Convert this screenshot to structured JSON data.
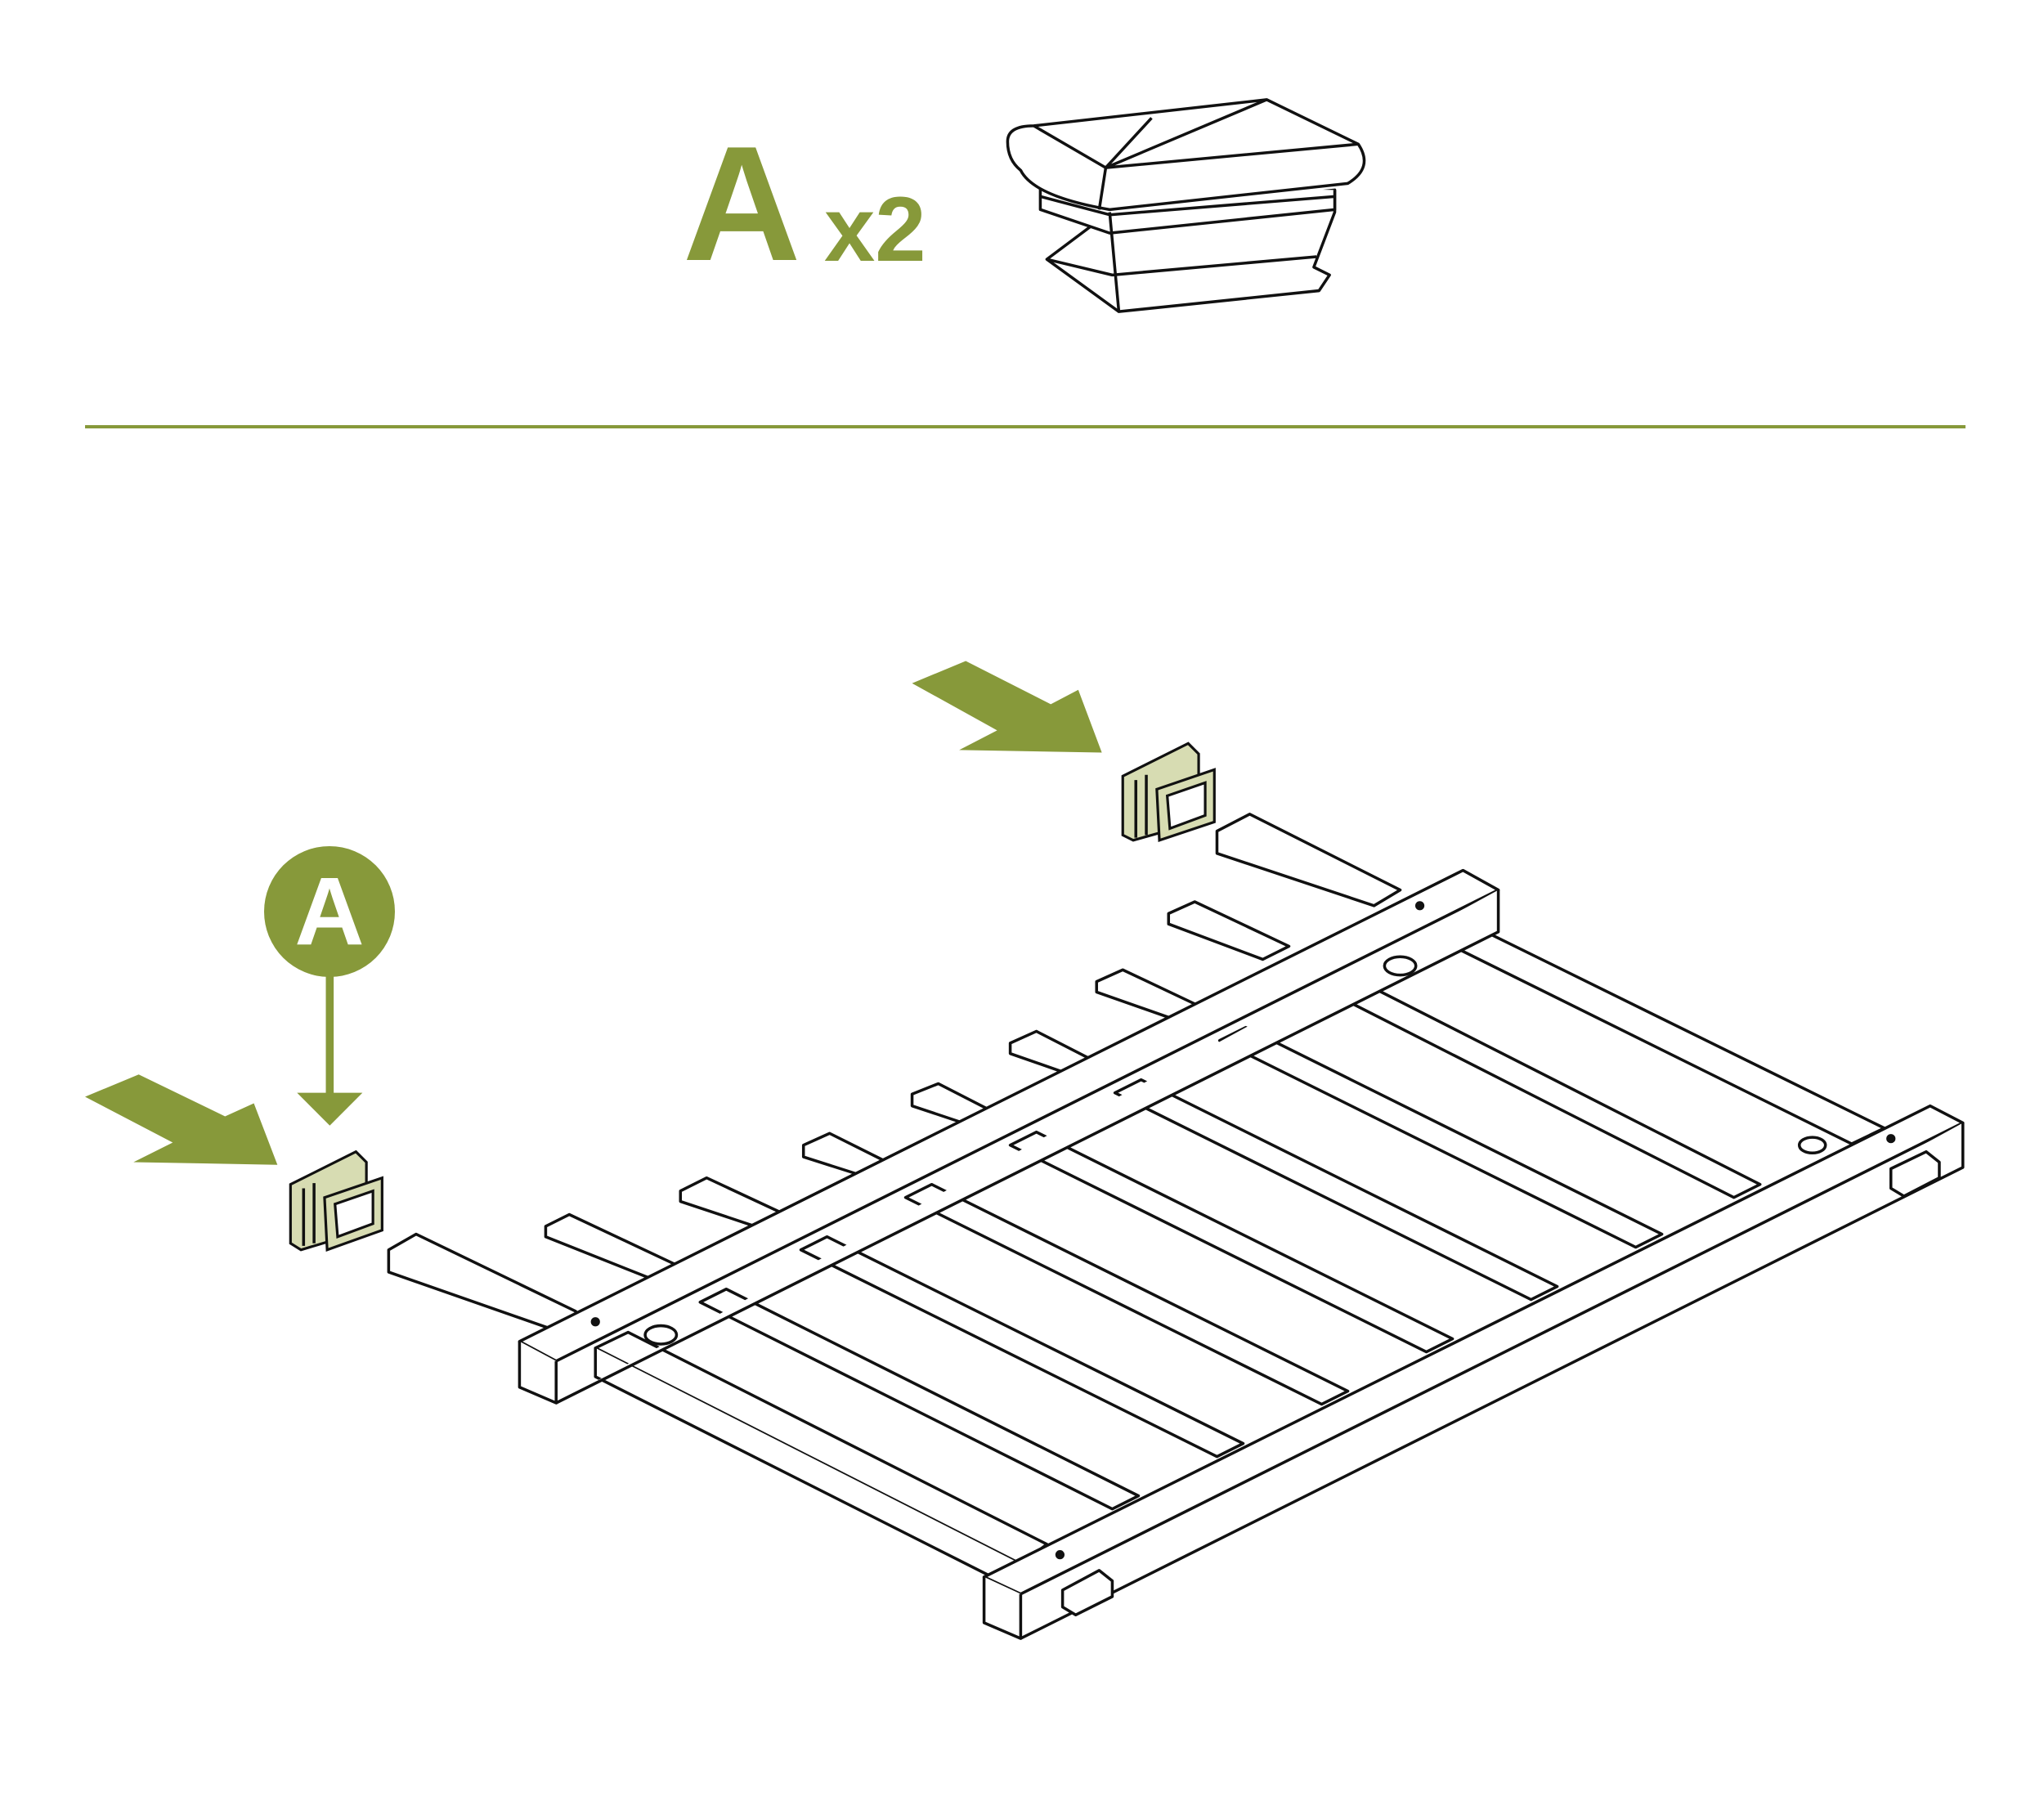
{
  "header": {
    "part_letter": "A",
    "quantity": "x2"
  },
  "callout": {
    "letter": "A"
  },
  "colors": {
    "accent": "#87993a",
    "part_fill": "#d7dcb2",
    "line": "#111111"
  }
}
